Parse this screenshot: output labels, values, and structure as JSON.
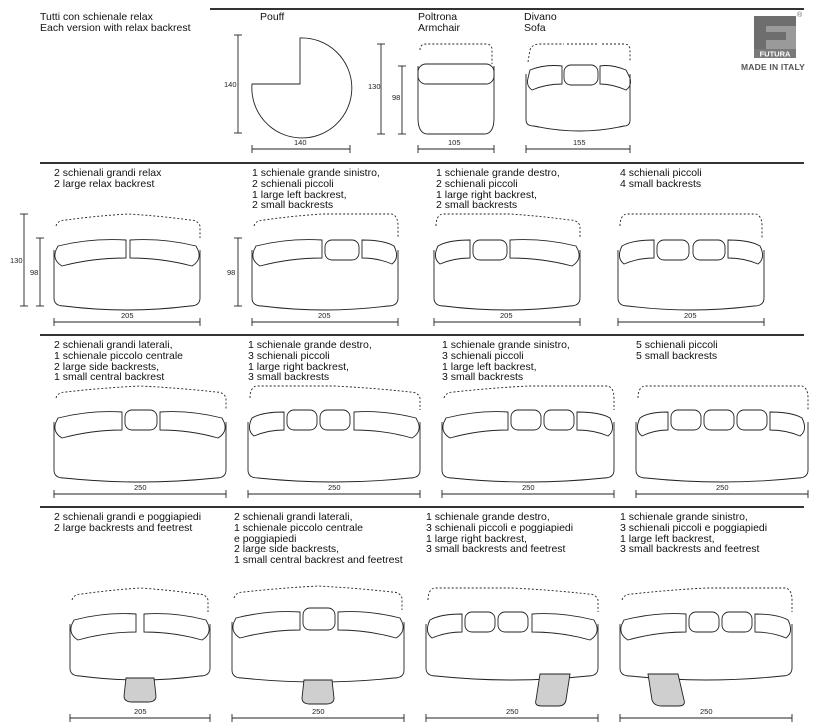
{
  "header": {
    "title_it": "Tutti con schienale relax",
    "title_en": "Each version with relax backrest",
    "pouff": "Pouff",
    "poltrona": "Poltrona",
    "armchair": "Armchair",
    "divano": "Divano",
    "sofa": "Sofa"
  },
  "brand": {
    "logo_text": "FUTURA",
    "registered": "®",
    "made_in": "MADE IN ITALY",
    "logo_color": "#8a8a8a"
  },
  "top_dimensions": {
    "pouff_height": "140",
    "pouff_width": "140",
    "armchair_height": "130",
    "armchair_seat_height": "98",
    "armchair_width": "105",
    "sofa_width": "155"
  },
  "row1": [
    {
      "lines": [
        "2 schienali grandi relax",
        "2 large relax backrest"
      ],
      "width": "205",
      "height": "130",
      "seat_height": "98"
    },
    {
      "lines": [
        "1 schienale grande sinistro,",
        "2 schienali piccoli",
        "1 large left backrest,",
        "2 small backrests"
      ],
      "width": "205",
      "seat_height": "98"
    },
    {
      "lines": [
        "1 schienale grande destro,",
        "2 schienali piccoli",
        "1 large right backrest,",
        "2 small backrests"
      ],
      "width": "205"
    },
    {
      "lines": [
        "4 schienali piccoli",
        "4 small backrests"
      ],
      "width": "205"
    }
  ],
  "row2": [
    {
      "lines": [
        "2 schienali grandi laterali,",
        "1 schienale piccolo centrale",
        "2 large side backrests,",
        "1 small central backrest"
      ],
      "width": "250"
    },
    {
      "lines": [
        "1 schienale grande destro,",
        "3 schienali piccoli",
        "1 large right backrest,",
        "3 small backrests"
      ],
      "width": "250"
    },
    {
      "lines": [
        "1 schienale grande sinistro,",
        "3 schienali piccoli",
        "1 large left backrest,",
        "3 small backrests"
      ],
      "width": "250"
    },
    {
      "lines": [
        "5 schienali piccoli",
        "5 small backrests"
      ],
      "width": "250"
    }
  ],
  "row3": [
    {
      "lines": [
        "2 schienali grandi e poggiapiedi",
        "2 large backrests and feetrest"
      ],
      "width": "205"
    },
    {
      "lines": [
        "2 schienali grandi laterali,",
        "1 schienale piccolo centrale",
        "e poggiapiedi",
        "2 large side backrests,",
        "1 small central backrest and feetrest"
      ],
      "width": "250"
    },
    {
      "lines": [
        "1 schienale grande destro,",
        "3 schienali piccoli e poggiapiedi",
        "1 large right backrest,",
        "3 small backrests and feetrest"
      ],
      "width": "250"
    },
    {
      "lines": [
        "1 schienale grande sinistro,",
        "3 schienali piccoli e poggiapiedi",
        "1 large left backrest,",
        "3 small backrests and feetrest"
      ],
      "width": "250"
    }
  ],
  "colors": {
    "line": "#222222",
    "footrest_fill": "#cfcfcf",
    "rule": "#333333"
  }
}
